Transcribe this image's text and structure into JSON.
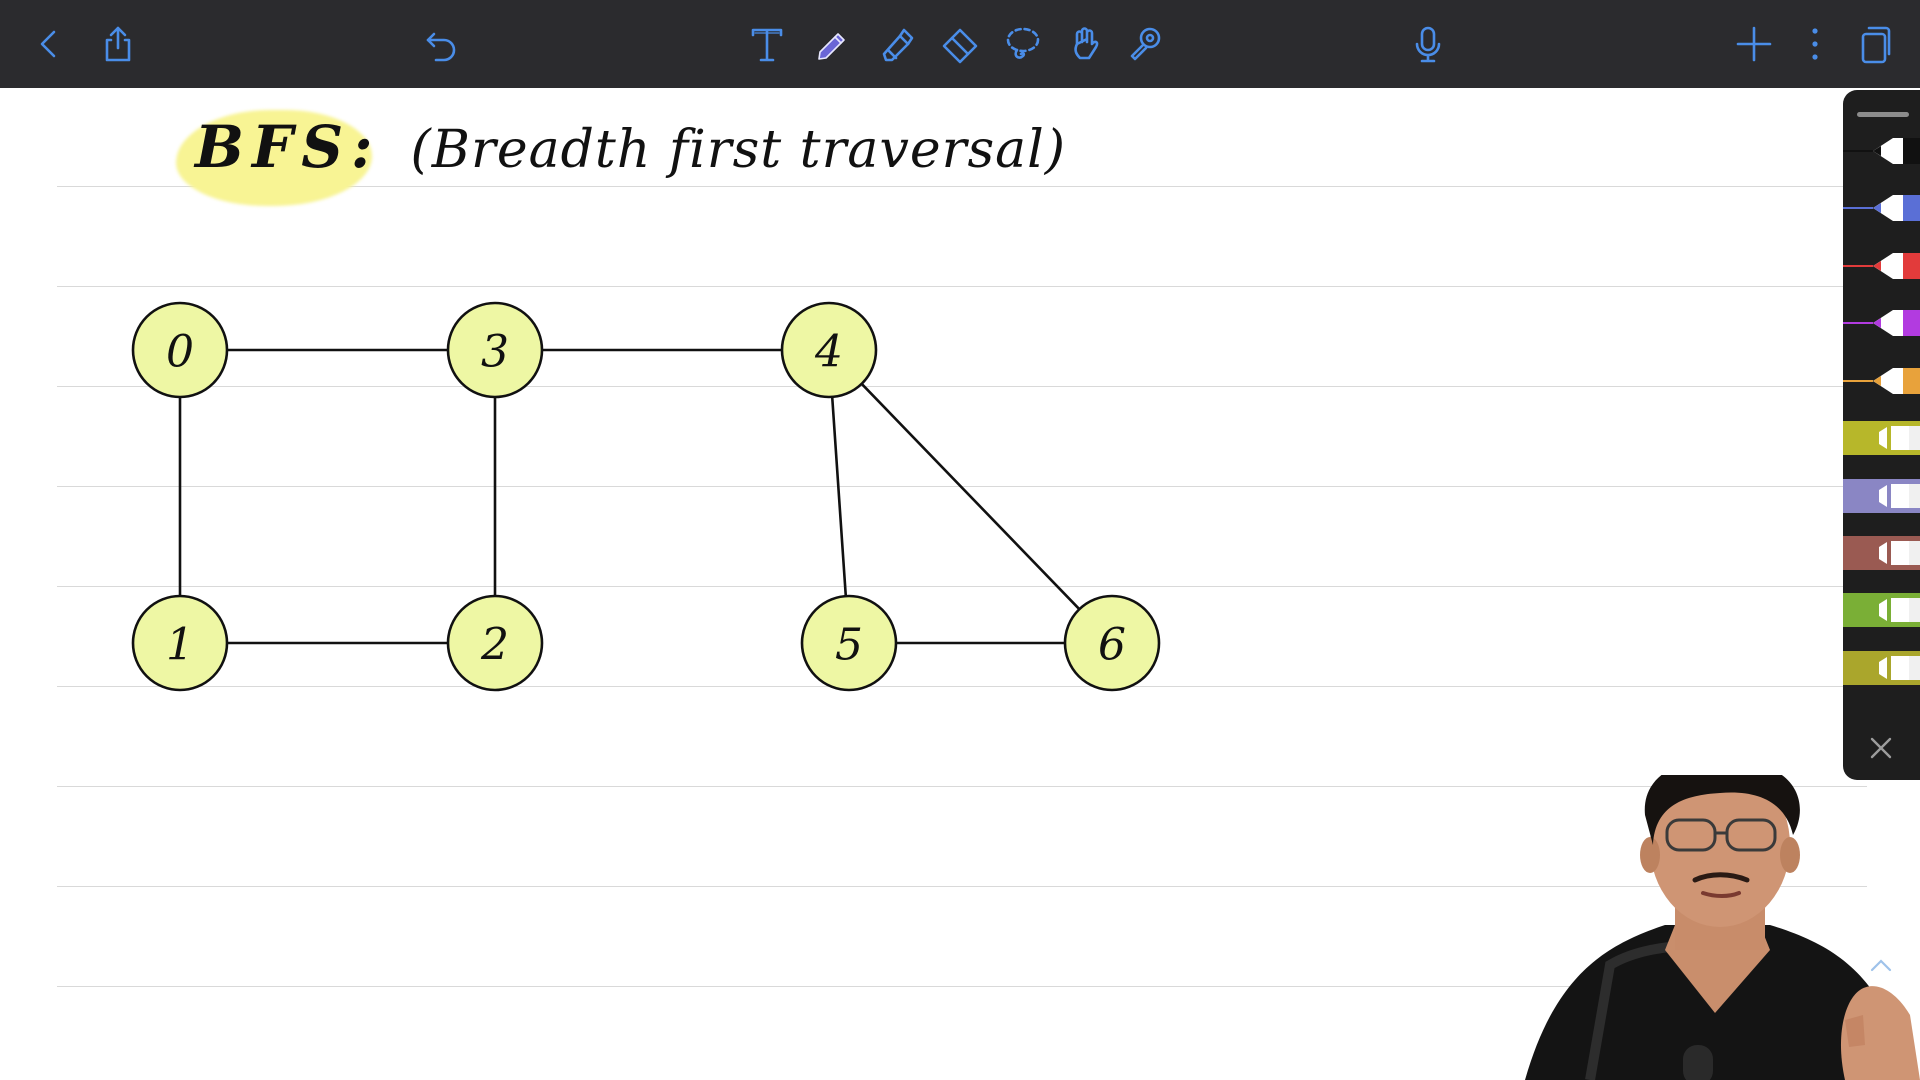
{
  "toolbar": {
    "left_icons": [
      "chevron-left-icon",
      "share-icon",
      "undo-icon"
    ],
    "center_tools": [
      "text-tool-icon",
      "pen-tool-icon",
      "highlighter-tool-icon",
      "eraser-tool-icon",
      "lasso-tool-icon",
      "hand-tool-icon",
      "laser-pointer-icon"
    ],
    "right_icons": [
      "microphone-icon",
      "plus-icon",
      "more-vertical-icon",
      "pages-icon"
    ],
    "accent_color": "#4a8de8",
    "active_tool": "pen-tool-icon"
  },
  "note": {
    "title_abbr": "BFS:",
    "title_rest": "(Breadth first traversal)",
    "highlight_color": "#f8f494"
  },
  "graph": {
    "node_fill": "#eef7a4",
    "nodes": [
      {
        "id": "0",
        "label": "0"
      },
      {
        "id": "1",
        "label": "1"
      },
      {
        "id": "2",
        "label": "2"
      },
      {
        "id": "3",
        "label": "3"
      },
      {
        "id": "4",
        "label": "4"
      },
      {
        "id": "5",
        "label": "5"
      },
      {
        "id": "6",
        "label": "6"
      }
    ],
    "edges": [
      [
        "0",
        "3"
      ],
      [
        "0",
        "1"
      ],
      [
        "1",
        "2"
      ],
      [
        "3",
        "2"
      ],
      [
        "3",
        "4"
      ],
      [
        "4",
        "5"
      ],
      [
        "4",
        "6"
      ],
      [
        "5",
        "6"
      ]
    ]
  },
  "palette": {
    "pens": [
      {
        "name": "pen-black",
        "color": "#111111"
      },
      {
        "name": "pen-blue",
        "color": "#5a6fd6"
      },
      {
        "name": "pen-red",
        "color": "#e23b3b"
      },
      {
        "name": "pen-purple",
        "color": "#b23be0"
      },
      {
        "name": "pen-orange",
        "color": "#e8a23b"
      }
    ],
    "highlighters": [
      {
        "name": "highlighter-yellow",
        "color": "#b7b72a"
      },
      {
        "name": "highlighter-lavender",
        "color": "#8a86c4"
      },
      {
        "name": "highlighter-brown",
        "color": "#9a5a52"
      },
      {
        "name": "highlighter-green",
        "color": "#7aaf36"
      },
      {
        "name": "highlighter-olive",
        "color": "#aaa62c"
      }
    ]
  }
}
